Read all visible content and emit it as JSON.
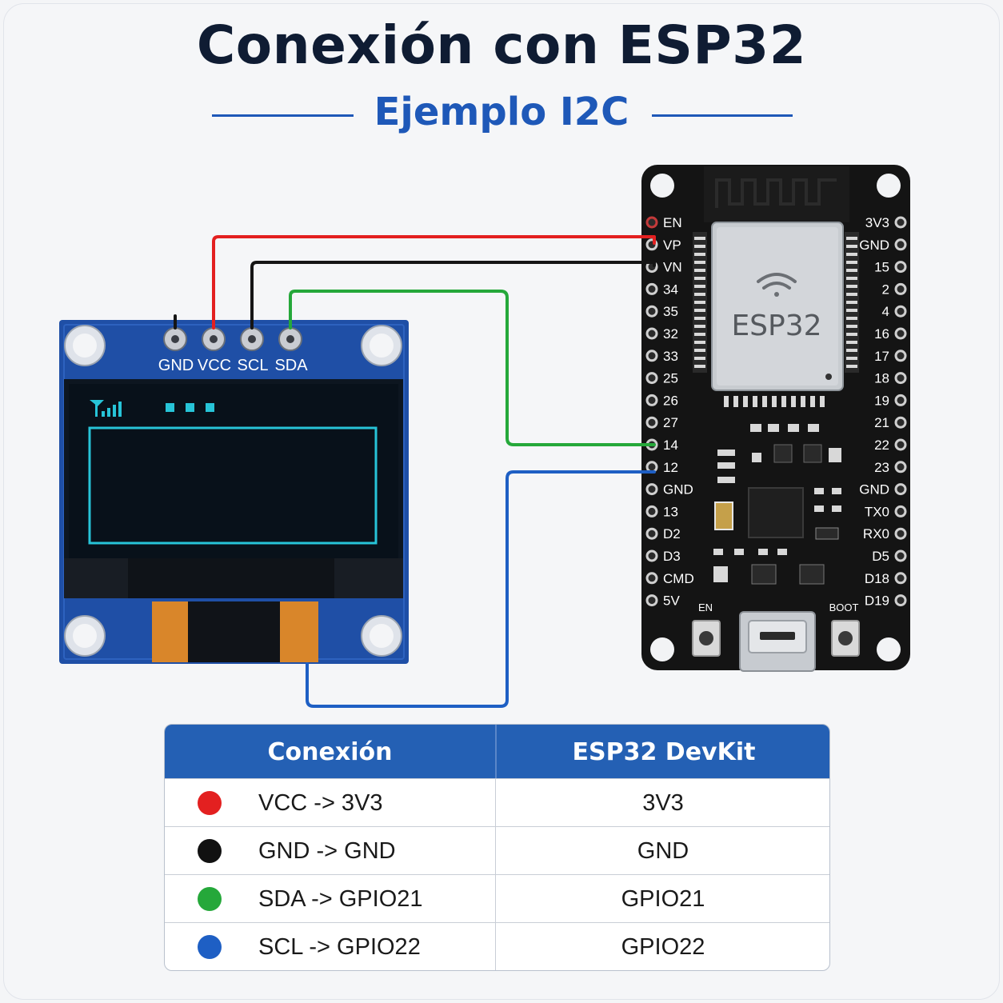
{
  "title": "Conexión con ESP32",
  "subtitle": "Ejemplo I2C",
  "oled": {
    "pins": [
      "GND",
      "VCC",
      "SCL",
      "SDA"
    ]
  },
  "esp32": {
    "chip_label": "ESP32",
    "left_pins": [
      "EN",
      "VP",
      "VN",
      "34",
      "35",
      "32",
      "33",
      "25",
      "26",
      "27",
      "14",
      "12",
      "GND",
      "13",
      "D2",
      "D3",
      "CMD",
      "5V"
    ],
    "right_pins": [
      "3V3",
      "GND",
      "15",
      "2",
      "4",
      "16",
      "17",
      "18",
      "19",
      "21",
      "22",
      "23",
      "GND",
      "TX0",
      "RX0",
      "D5",
      "D18",
      "D19"
    ],
    "button_en": "EN",
    "button_boot": "BOOT"
  },
  "wire_colors": {
    "red": "#e32020",
    "black": "#151515",
    "green": "#25a83a",
    "blue": "#1e5fc4"
  },
  "table": {
    "headers": [
      "Conexión",
      "ESP32 DevKit"
    ],
    "rows": [
      {
        "color": "#e32020",
        "connection": "VCC  ->  3V3",
        "devkit": "3V3"
      },
      {
        "color": "#111111",
        "connection": "GND  ->  GND",
        "devkit": "GND"
      },
      {
        "color": "#25a83a",
        "connection": "SDA  ->  GPIO21",
        "devkit": "GPIO21"
      },
      {
        "color": "#1e5fc4",
        "connection": "SCL  ->  GPIO22",
        "devkit": "GPIO22"
      }
    ]
  }
}
